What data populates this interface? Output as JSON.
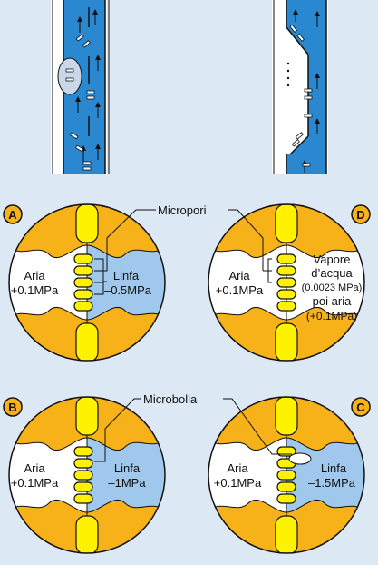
{
  "panels": {
    "A": {
      "badge": "A",
      "left_lines": [
        "Aria",
        "+0.1MPa"
      ],
      "right_lines": [
        "Linfa",
        "–0.5MPa"
      ]
    },
    "B": {
      "badge": "B",
      "left_lines": [
        "Aria",
        "+0.1MPa"
      ],
      "right_lines": [
        "Linfa",
        "–1MPa"
      ]
    },
    "C": {
      "badge": "C",
      "left_lines": [
        "Aria",
        "+0.1MPa"
      ],
      "right_lines": [
        "Linfa",
        "–1.5MPa"
      ]
    },
    "D": {
      "badge": "D",
      "left_lines": [
        "Aria",
        "+0.1MPa"
      ],
      "right_lines": [
        "Vapore",
        "d’acqua",
        "(0.0023 MPa)",
        "poi aria",
        "(+0.1MPa)"
      ]
    }
  },
  "callouts": {
    "micropori": "Micropori",
    "microbolla": "Microbolla"
  },
  "colors": {
    "vessel_blue": "#2a88d0",
    "sap_blue": "#9fc8ec",
    "wall_orange": "#f7b21a",
    "pit_yellow": "#fff200",
    "background": "#dde8f5"
  }
}
